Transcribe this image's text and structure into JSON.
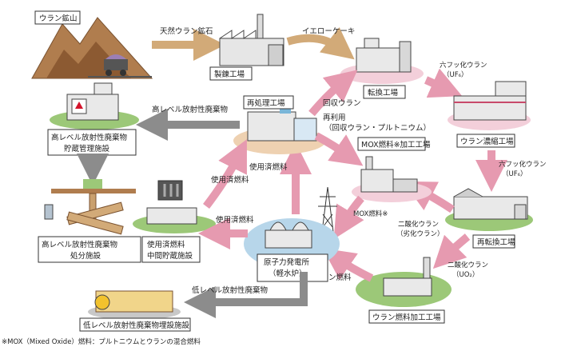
{
  "nodes": {
    "uranium_mine": "ウラン鉱山",
    "refinery": "製錬工場",
    "conversion": "転換工場",
    "enrichment": "ウラン濃縮工場",
    "reconversion": "再転換工場",
    "fuel_fabrication": "ウラン燃料加工工場",
    "nuclear_plant_line1": "原子力発電所",
    "nuclear_plant_line2": "（軽水炉）",
    "reprocessing": "再処理工場",
    "mox_fabrication": "MOX燃料※加工工場",
    "spent_storage_line1": "使用済燃料",
    "spent_storage_line2": "中間貯蔵施設",
    "hlw_storage_line1": "高レベル放射性廃棄物",
    "hlw_storage_line2": "貯蔵管理施設",
    "hlw_disposal_line1": "高レベル放射性廃棄物",
    "hlw_disposal_line2": "処分施設",
    "llw_disposal": "低レベル放射性廃棄物埋設施設"
  },
  "flows": {
    "natural_ore": "天然ウラン鉱石",
    "yellowcake": "イエローケーキ",
    "uf6_a_line1": "六フッ化ウラン",
    "uf6_a_line2": "（UF₆）",
    "uf6_b_line1": "六フッ化ウラン",
    "uf6_b_line2": "（UF₆）",
    "uo2_line1": "二酸化ウラン",
    "uo2_line2": "（UO₂）",
    "uranium_fuel": "ウラン燃料",
    "mox_fuel": "MOX燃料※",
    "depleted_line1": "二酸化ウラン",
    "depleted_line2": "（劣化ウラン）",
    "recovered_uranium": "回収ウラン",
    "reuse_line1": "再利用",
    "reuse_line2": "（回収ウラン・プルトニウム）",
    "spent_fuel_a": "使用済燃料",
    "spent_fuel_b": "使用済燃料",
    "spent_fuel_c": "使用済燃料",
    "hlw": "高レベル放射性廃棄物",
    "llw": "低レベル放射性廃棄物"
  },
  "footnote": "※MOX（Mixed Oxide）燃料：プルトニウムとウランの混合燃料",
  "colors": {
    "arrow_tan": "#d2aa78",
    "arrow_pink": "#e69ab0",
    "arrow_gray": "#8c8c8c",
    "ellipse_green": "#9cc878",
    "ellipse_pink": "#f3cfda",
    "ellipse_tan": "#eed1b1",
    "ellipse_blue": "#b7d6ea",
    "ellipse_gray": "#c8c8c8"
  }
}
